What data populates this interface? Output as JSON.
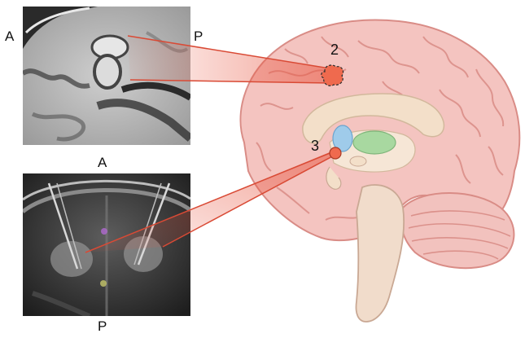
{
  "labels": {
    "top_left": "A",
    "top_right": "P",
    "mid": "A",
    "bottom": "P",
    "target_upper": "2",
    "target_lower": "3"
  },
  "colors": {
    "brain_fill": "#f4c4c0",
    "brain_outline": "#d98c86",
    "ray": "#e8553f",
    "marker_fill": "#ef6a4e",
    "thalamus_blue": "#9fcbea",
    "thalamus_green": "#a8d8a0",
    "corpus_callosum": "#f3dfc9"
  }
}
